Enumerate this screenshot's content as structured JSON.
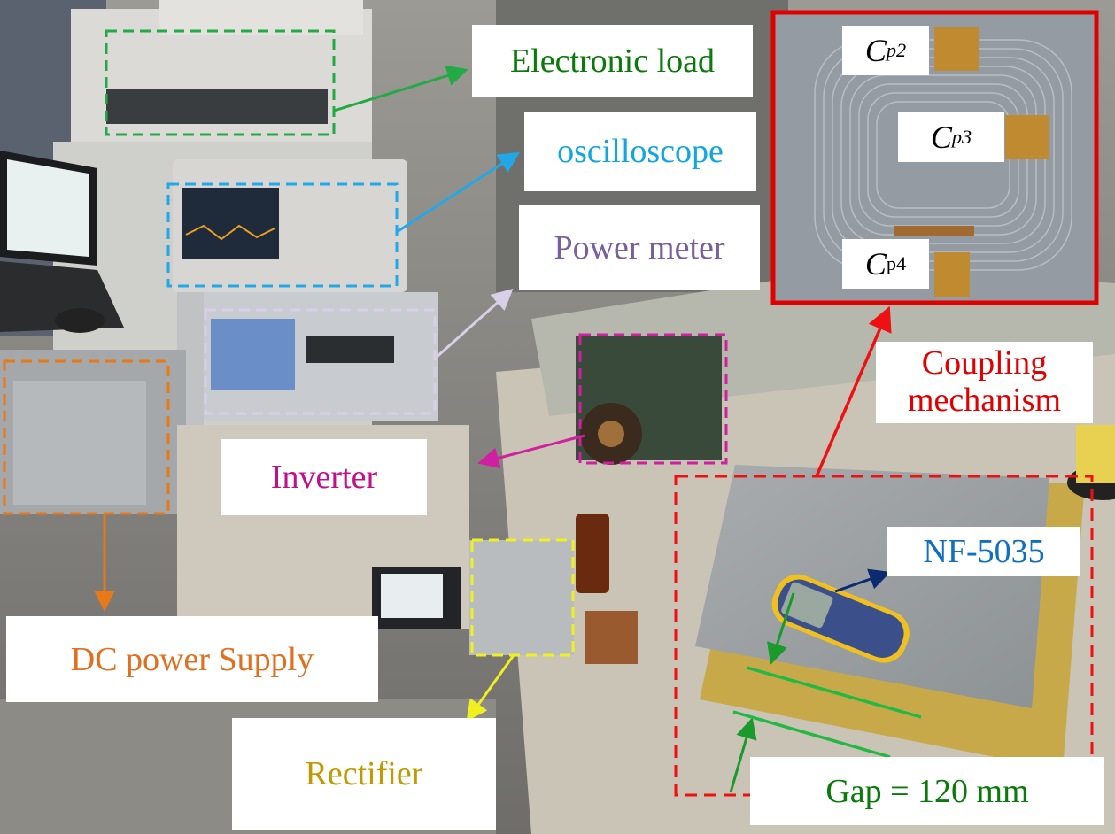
{
  "figure": {
    "description": "Photograph of an experimental wireless power transfer test bench with annotated equipment",
    "labels": {
      "electronic_load": {
        "text": "Electronic load",
        "color": "#0a7a0a"
      },
      "oscilloscope": {
        "text": "oscilloscope",
        "color": "#12a6e0"
      },
      "power_meter": {
        "text": "Power meter",
        "color": "#7a5fa0"
      },
      "inverter": {
        "text": "Inverter",
        "color": "#c0108c"
      },
      "dc_power_supply": {
        "text": "DC power Supply",
        "color": "#e07020"
      },
      "rectifier": {
        "text": "Rectifier",
        "color": "#c09a00"
      },
      "coupling_line1": {
        "text": "Coupling",
        "color": "#e00000"
      },
      "coupling_line2": {
        "text": "mechanism",
        "color": "#e00000"
      },
      "nf5035": {
        "text": "NF-5035",
        "color": "#1070c0"
      },
      "gap": {
        "text": "Gap = 120 mm",
        "color": "#0a7a0a"
      }
    },
    "inset": {
      "border_color": "#e00000",
      "capacitors": [
        {
          "symbol": "C",
          "subscript": "p2"
        },
        {
          "symbol": "C",
          "subscript": "p3"
        },
        {
          "symbol": "C",
          "subscript": "p4"
        }
      ]
    },
    "box_colors": {
      "electronic_load": "#22aa44",
      "oscilloscope": "#22a8e8",
      "power_meter": "#d8d0e8",
      "inverter": "#d020a0",
      "dc_power_supply": "#e87818",
      "rectifier": "#f0f020",
      "coupling_mechanism": "#ee1111"
    }
  }
}
